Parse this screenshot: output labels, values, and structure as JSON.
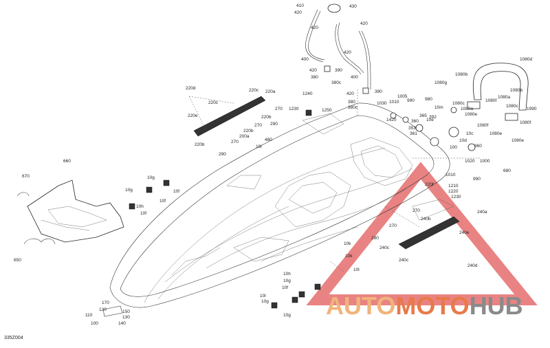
{
  "diagram": {
    "doc_number": "335Z004",
    "watermark": {
      "part1": "AUTO",
      "part2": "MOTO",
      "part3": "HUB",
      "triangle_color": "#e25a5a",
      "text_colors": [
        "#f0b47a",
        "#e87a4a",
        "#8a8a8a"
      ]
    },
    "callouts": [
      {
        "id": "c410",
        "text": "410"
      },
      {
        "id": "c420a",
        "text": "420"
      },
      {
        "id": "c430",
        "text": "430"
      },
      {
        "id": "c420b",
        "text": "420"
      },
      {
        "id": "c420c",
        "text": "420"
      },
      {
        "id": "c400a",
        "text": "400"
      },
      {
        "id": "c420d",
        "text": "420"
      },
      {
        "id": "c400b",
        "text": "400"
      },
      {
        "id": "c420e",
        "text": "420"
      },
      {
        "id": "c390a",
        "text": "390"
      },
      {
        "id": "c380a",
        "text": "380"
      },
      {
        "id": "c380ca",
        "text": "380c"
      },
      {
        "id": "c420f",
        "text": "420"
      },
      {
        "id": "c390b",
        "text": "390"
      },
      {
        "id": "c380b",
        "text": "380"
      },
      {
        "id": "c380cb",
        "text": "380c"
      },
      {
        "id": "c1240",
        "text": "1240"
      },
      {
        "id": "c1230",
        "text": "1230"
      },
      {
        "id": "c1250",
        "text": "1250"
      },
      {
        "id": "c220d",
        "text": "220d"
      },
      {
        "id": "c220c",
        "text": "220c"
      },
      {
        "id": "c220a",
        "text": "220a"
      },
      {
        "id": "c220cb",
        "text": "220c"
      },
      {
        "id": "c220e",
        "text": "220e"
      },
      {
        "id": "c220b",
        "text": "220b"
      },
      {
        "id": "c270a",
        "text": "270"
      },
      {
        "id": "c220ba",
        "text": "220b"
      },
      {
        "id": "c270b",
        "text": "270"
      },
      {
        "id": "c220bb",
        "text": "220b"
      },
      {
        "id": "c290a",
        "text": "290"
      },
      {
        "id": "c200a",
        "text": "200a"
      },
      {
        "id": "c270c",
        "text": "270"
      },
      {
        "id": "c480",
        "text": "480"
      },
      {
        "id": "c290b",
        "text": "290"
      },
      {
        "id": "c10i",
        "text": "10i"
      },
      {
        "id": "c1030",
        "text": "1030"
      },
      {
        "id": "c1010",
        "text": "1010"
      },
      {
        "id": "c1005",
        "text": "1005"
      },
      {
        "id": "c990a",
        "text": "990"
      },
      {
        "id": "c980",
        "text": "980"
      },
      {
        "id": "c10m",
        "text": "10m"
      },
      {
        "id": "c365",
        "text": "365"
      },
      {
        "id": "c360a",
        "text": "360"
      },
      {
        "id": "c1420",
        "text": "1420"
      },
      {
        "id": "c10e",
        "text": "10e"
      },
      {
        "id": "c353",
        "text": "353"
      },
      {
        "id": "c392",
        "text": "392"
      },
      {
        "id": "c361",
        "text": "361"
      },
      {
        "id": "c10c",
        "text": "10c"
      },
      {
        "id": "c10d",
        "text": "10d"
      },
      {
        "id": "c100",
        "text": "100"
      },
      {
        "id": "c360b",
        "text": "360"
      },
      {
        "id": "c1020",
        "text": "1020"
      },
      {
        "id": "c1000",
        "text": "1000"
      },
      {
        "id": "c990b",
        "text": "990"
      },
      {
        "id": "c680",
        "text": "680"
      },
      {
        "id": "c1010b",
        "text": "1010"
      },
      {
        "id": "c1080g",
        "text": "1080g"
      },
      {
        "id": "c1080b",
        "text": "1080b"
      },
      {
        "id": "c1080d",
        "text": "1080d"
      },
      {
        "id": "c1080bb",
        "text": "1080b"
      },
      {
        "id": "c1080c",
        "text": "1080c"
      },
      {
        "id": "c1080a",
        "text": "1080a"
      },
      {
        "id": "c1080e",
        "text": "1080e"
      },
      {
        "id": "c1080f",
        "text": "1080f"
      },
      {
        "id": "c1080ab",
        "text": "1080a"
      },
      {
        "id": "c1080fb",
        "text": "1080f"
      },
      {
        "id": "c1080cb",
        "text": "1080c"
      },
      {
        "id": "c1990",
        "text": "1990"
      },
      {
        "id": "c1080fc",
        "text": "1080f"
      },
      {
        "id": "c1080eb",
        "text": "1080e"
      },
      {
        "id": "c1080ec",
        "text": "1080e"
      },
      {
        "id": "c660",
        "text": "660"
      },
      {
        "id": "c670",
        "text": "670"
      },
      {
        "id": "c650",
        "text": "650"
      },
      {
        "id": "c10g",
        "text": "10g"
      },
      {
        "id": "c10h",
        "text": "10h"
      },
      {
        "id": "c10f",
        "text": "10f"
      },
      {
        "id": "c10fb",
        "text": "10f"
      },
      {
        "id": "c10gb",
        "text": "10g"
      },
      {
        "id": "c10fc",
        "text": "10f"
      },
      {
        "id": "c170",
        "text": "170"
      },
      {
        "id": "c120",
        "text": "120"
      },
      {
        "id": "c150",
        "text": "150"
      },
      {
        "id": "c110",
        "text": "110"
      },
      {
        "id": "c130",
        "text": "130"
      },
      {
        "id": "c100b",
        "text": "100"
      },
      {
        "id": "c140",
        "text": "140"
      },
      {
        "id": "c10k",
        "text": "10k"
      },
      {
        "id": "c10kb",
        "text": "10k"
      },
      {
        "id": "c10l",
        "text": "10l"
      },
      {
        "id": "c290c",
        "text": "290"
      },
      {
        "id": "c10hb",
        "text": "10h"
      },
      {
        "id": "c10gc",
        "text": "10g"
      },
      {
        "id": "c10fd",
        "text": "10f"
      },
      {
        "id": "c10lb",
        "text": "10l"
      },
      {
        "id": "c10gd",
        "text": "10g"
      },
      {
        "id": "c10ge",
        "text": "10g"
      },
      {
        "id": "c240a",
        "text": "240a"
      },
      {
        "id": "c240b",
        "text": "240b"
      },
      {
        "id": "c240c",
        "text": "240c"
      },
      {
        "id": "c240d",
        "text": "240d"
      },
      {
        "id": "c240e",
        "text": "240e"
      },
      {
        "id": "c240cb",
        "text": "240c"
      },
      {
        "id": "c270d",
        "text": "270"
      },
      {
        "id": "c270e",
        "text": "270"
      },
      {
        "id": "c220f",
        "text": "220f"
      },
      {
        "id": "c1210",
        "text": "1210"
      },
      {
        "id": "c1220",
        "text": "1220"
      },
      {
        "id": "c1230b",
        "text": "1230"
      }
    ]
  }
}
